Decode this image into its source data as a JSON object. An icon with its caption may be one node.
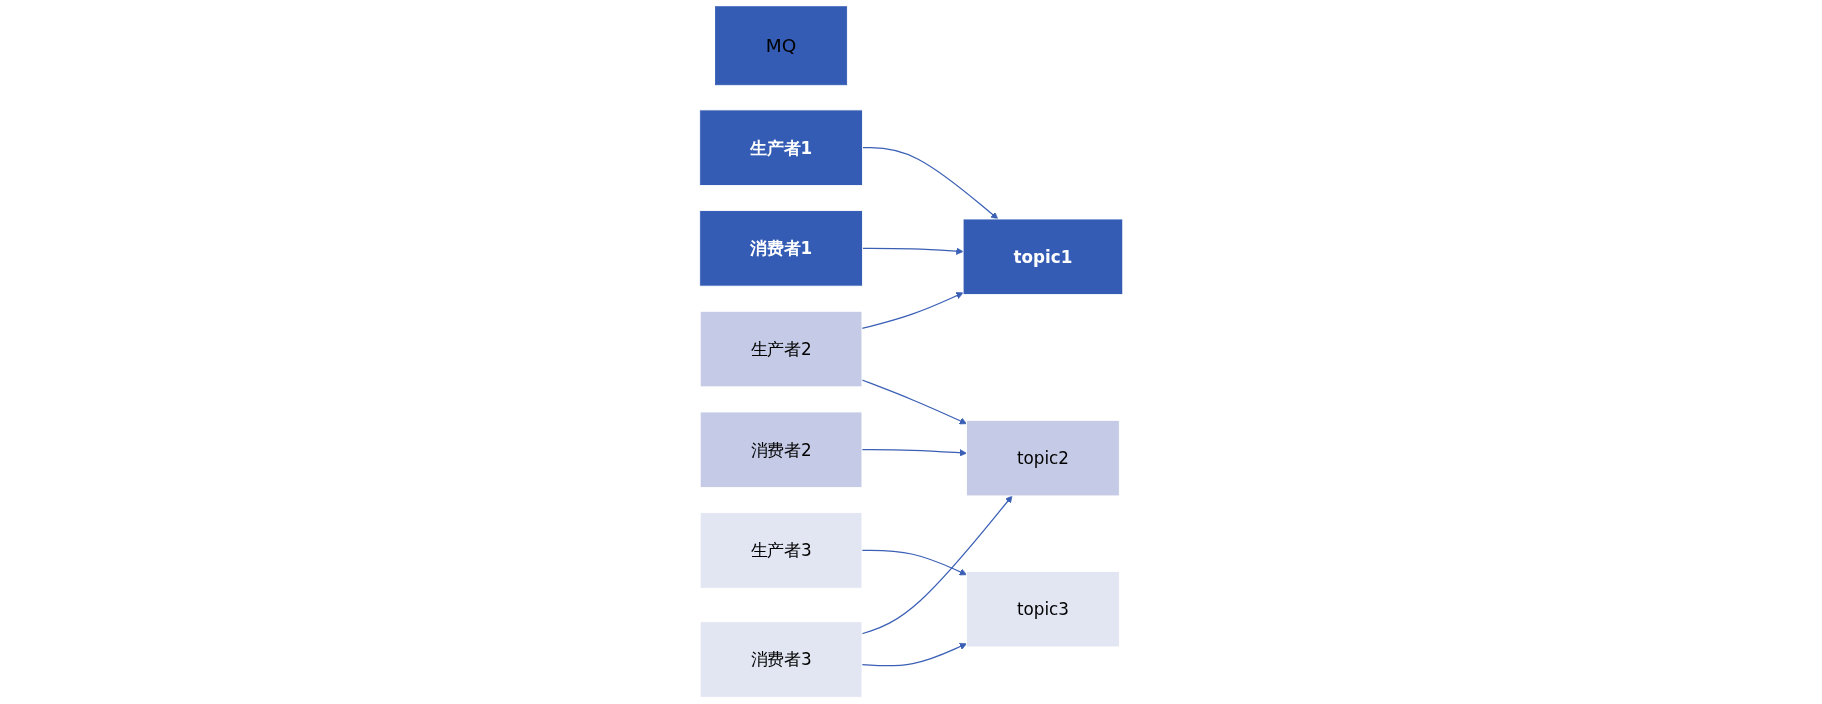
{
  "diagram": {
    "nodes": [
      {
        "text": [
          "MQ"
        ]
      },
      {
        "text": [
          "生产者1"
        ]
      },
      {
        "text": [
          "topic1"
        ]
      },
      {
        "text": [
          "消费者1"
        ]
      },
      {
        "text": [
          "生产者2"
        ]
      },
      {
        "text": [
          "topic2"
        ]
      },
      {
        "text": [
          "消费者2"
        ]
      },
      {
        "text": [
          "生产者3"
        ]
      },
      {
        "text": [
          "topic3"
        ]
      },
      {
        "text": [
          "消费者3"
        ]
      }
    ],
    "edges": [
      {
        "from": 1,
        "to": 2,
        "arrow": "to"
      },
      {
        "from": 4,
        "to": 2,
        "arrow": "to"
      },
      {
        "from": 4,
        "to": 5,
        "arrow": "to"
      },
      {
        "from": 7,
        "to": 8,
        "arrow": "to"
      },
      {
        "from": 3,
        "to": 2,
        "arrow": "to"
      },
      {
        "from": 6,
        "to": 5,
        "arrow": "to"
      },
      {
        "from": 9,
        "to": 5,
        "arrow": "to"
      },
      {
        "from": 9,
        "to": 8,
        "arrow": "to"
      }
    ]
  }
}
